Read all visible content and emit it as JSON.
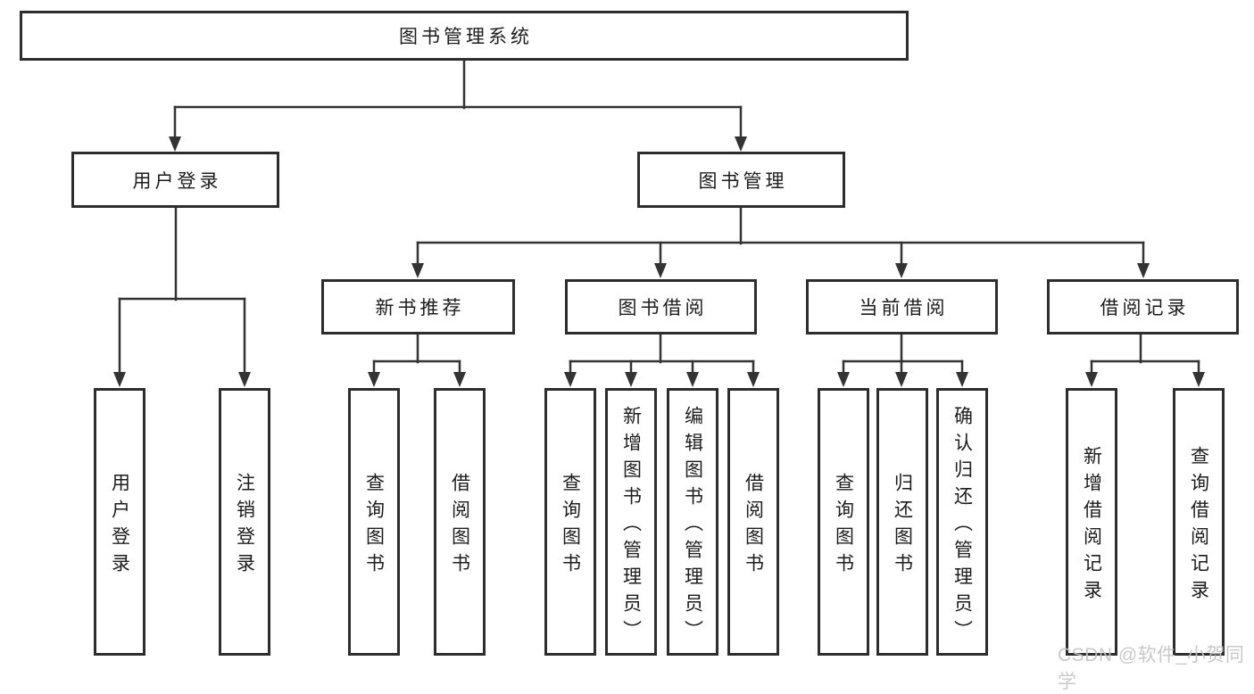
{
  "root": {
    "label": "图书管理系统"
  },
  "branches": [
    {
      "label": "用户登录",
      "children": [
        {
          "label": "用户登录"
        },
        {
          "label": "注销登录"
        }
      ]
    },
    {
      "label": "图书管理",
      "children": [
        {
          "label": "新书推荐",
          "children": [
            {
              "label": "查询图书"
            },
            {
              "label": "借阅图书"
            }
          ]
        },
        {
          "label": "图书借阅",
          "children": [
            {
              "label": "查询图书"
            },
            {
              "label": "新增图书（管理员）"
            },
            {
              "label": "编辑图书（管理员）"
            },
            {
              "label": "借阅图书"
            }
          ]
        },
        {
          "label": "当前借阅",
          "children": [
            {
              "label": "查询图书"
            },
            {
              "label": "归还图书"
            },
            {
              "label": "确认归还（管理员）"
            }
          ]
        },
        {
          "label": "借阅记录",
          "children": [
            {
              "label": "新增借阅记录"
            },
            {
              "label": "查询借阅记录"
            }
          ]
        }
      ]
    }
  ],
  "watermark": "CSDN @软件_小贺同学",
  "colors": {
    "line": "#333333",
    "box_border": "#2d2d2d",
    "text": "#1c1c1c",
    "watermark": "#c5c5c5",
    "background": "#ffffff"
  }
}
